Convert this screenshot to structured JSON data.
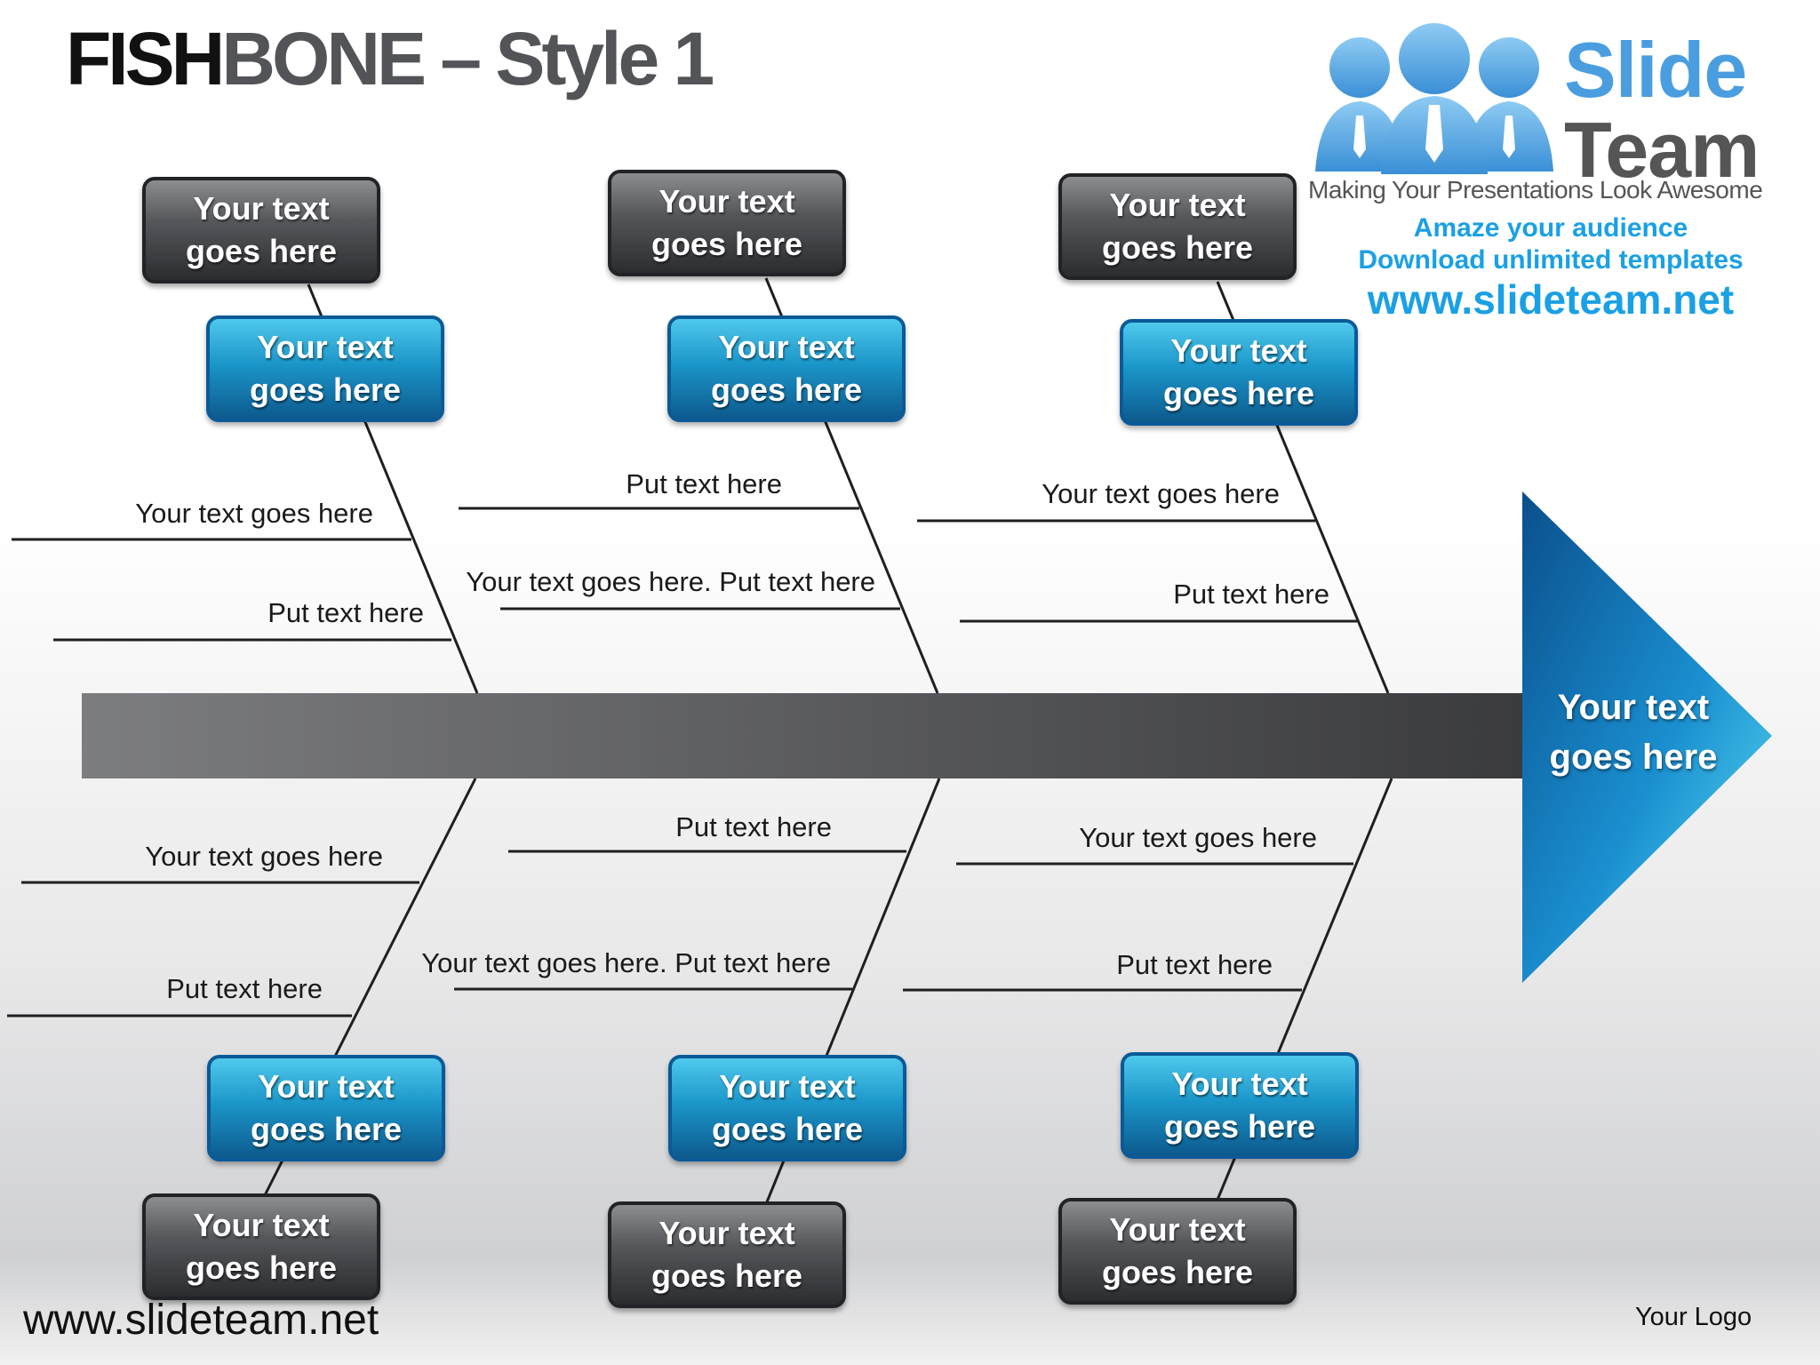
{
  "title": {
    "part1": "FISH",
    "part2": "BONE – Style 1"
  },
  "branding": {
    "name_line1": "Slide",
    "name_line2": "Team",
    "tagline": "Making Your Presentations Look Awesome",
    "promo_line1": "Amaze your audience",
    "promo_line2": "Download unlimited templates",
    "url": "www.slideteam.net"
  },
  "head": {
    "text": "Your text goes here"
  },
  "bones": {
    "top": [
      {
        "outer": "Your text goes here",
        "inner": "Your text goes here",
        "label_upper": "Your text goes here",
        "label_lower": "Put text here"
      },
      {
        "outer": "Your text goes here",
        "inner": "Your text goes here",
        "label_upper": "Put text here",
        "label_lower": "Your text goes here. Put text here"
      },
      {
        "outer": "Your text goes here",
        "inner": "Your text goes here",
        "label_upper": "Your text goes here",
        "label_lower": "Put text here"
      }
    ],
    "bottom": [
      {
        "outer": "Your text goes here",
        "inner": "Your text goes here",
        "label_upper": "Your text goes here",
        "label_lower": "Put text here"
      },
      {
        "outer": "Your text goes here",
        "inner": "Your text goes here",
        "label_upper": "Put text here",
        "label_lower": "Your text goes here. Put text here"
      },
      {
        "outer": "Your text goes here",
        "inner": "Your text goes here",
        "label_upper": "Your text goes here",
        "label_lower": "Put text here"
      }
    ]
  },
  "footer": {
    "url": "www.slideteam.net",
    "logo": "Your Logo"
  },
  "colors": {
    "spine": "#4d4e52",
    "head": "#1a8fd0",
    "blue_box": "#1b96c9",
    "gray_box": "#3a3b3e"
  }
}
